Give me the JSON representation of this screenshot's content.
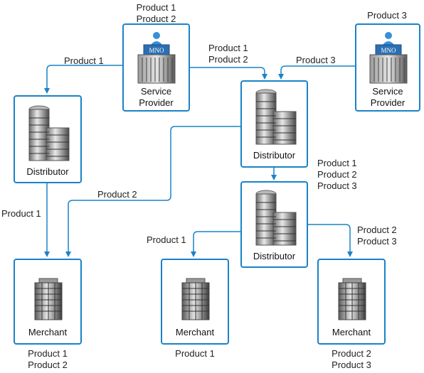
{
  "nodes": {
    "sp1": {
      "label": [
        "Service",
        "Provider"
      ],
      "above": [
        "Product 1",
        "Product 2"
      ]
    },
    "sp2": {
      "label": [
        "Service",
        "Provider"
      ],
      "above": [
        "Product 3"
      ]
    },
    "dist_left": {
      "label": [
        "Distributor"
      ]
    },
    "dist_center": {
      "label": [
        "Distributor"
      ]
    },
    "dist_lower": {
      "label": [
        "Distributor"
      ]
    },
    "merchant_left": {
      "label": [
        "Merchant"
      ],
      "below": [
        "Product 1",
        "Product 2"
      ]
    },
    "merchant_mid": {
      "label": [
        "Merchant"
      ],
      "below": [
        "Product 1"
      ]
    },
    "merchant_right": {
      "label": [
        "Merchant"
      ],
      "below": [
        "Product 2",
        "Product 3"
      ]
    }
  },
  "flows": {
    "sp1_to_dist_left": [
      "Product 1"
    ],
    "sp1_to_dist_center": [
      "Product 1",
      "Product 2"
    ],
    "sp2_to_dist_center": [
      "Product 3"
    ],
    "dist_left_to_merchant_left": [
      "Product 1"
    ],
    "dist_center_to_merchant_left": [
      "Product 2"
    ],
    "dist_center_to_dist_lower": [
      "Product 1",
      "Product 2",
      "Product 3"
    ],
    "dist_lower_to_merchant_mid": [
      "Product 1"
    ],
    "dist_lower_to_merchant_right": [
      "Product 2",
      "Product 3"
    ]
  },
  "colors": {
    "accent": "#1a82c8",
    "mno_badge": "#2b6fb3"
  },
  "icons": {
    "service_provider": "mno-building-icon",
    "distributor": "office-towers-icon",
    "merchant": "office-building-icon"
  },
  "badge_text": "MNO"
}
